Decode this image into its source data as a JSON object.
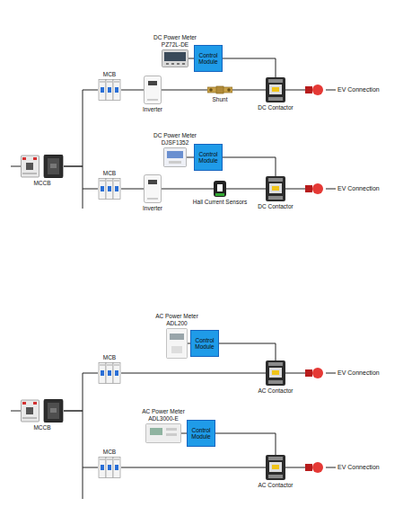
{
  "diagram": {
    "nodes": [
      {
        "text": [
          "DC Power Meter PZ72L-DE"
        ]
      },
      {
        "text": [
          "Control Module"
        ]
      },
      {
        "text": [
          "MCB"
        ]
      },
      {
        "text": [
          "Inverter"
        ]
      },
      {
        "text": [
          "Shunt"
        ]
      },
      {
        "text": [
          "DC Contactor"
        ]
      },
      {
        "text": [
          "EV Connection"
        ]
      },
      {
        "text": [
          "MCCB"
        ]
      },
      {
        "text": [
          "DC Power Meter DJSF1352"
        ]
      },
      {
        "text": [
          "Control Module"
        ]
      },
      {
        "text": [
          "MCB"
        ]
      },
      {
        "text": [
          "Inverter"
        ]
      },
      {
        "text": [
          "Hall Current Sensors"
        ]
      },
      {
        "text": [
          "DC Contactor"
        ]
      },
      {
        "text": [
          "EV Connection"
        ]
      },
      {
        "text": [
          "AC Power Meter ADL200"
        ]
      },
      {
        "text": [
          "Control Module"
        ]
      },
      {
        "text": [
          "MCB"
        ]
      },
      {
        "text": [
          "AC Contactor"
        ]
      },
      {
        "text": [
          "EV Connection"
        ]
      },
      {
        "text": [
          "MCCB"
        ]
      },
      {
        "text": [
          "AC Power Meter ADL3000-E"
        ]
      },
      {
        "text": [
          "Control Module"
        ]
      },
      {
        "text": [
          "MCB"
        ]
      },
      {
        "text": [
          "AC Contactor"
        ]
      },
      {
        "text": [
          "EV Connection"
        ]
      }
    ],
    "edges": [
      {
        "from": 7,
        "to": 2,
        "arrow": "none"
      },
      {
        "from": 7,
        "to": 10,
        "arrow": "none"
      },
      {
        "from": 2,
        "to": 3,
        "arrow": "none"
      },
      {
        "from": 3,
        "to": 4,
        "arrow": "none"
      },
      {
        "from": 4,
        "to": 5,
        "arrow": "none"
      },
      {
        "from": 5,
        "to": 6,
        "arrow": "none"
      },
      {
        "from": 0,
        "to": 1,
        "arrow": "none"
      },
      {
        "from": 1,
        "to": 5,
        "arrow": "none"
      },
      {
        "from": 10,
        "to": 11,
        "arrow": "none"
      },
      {
        "from": 11,
        "to": 12,
        "arrow": "none"
      },
      {
        "from": 12,
        "to": 13,
        "arrow": "none"
      },
      {
        "from": 13,
        "to": 14,
        "arrow": "none"
      },
      {
        "from": 8,
        "to": 9,
        "arrow": "none"
      },
      {
        "from": 9,
        "to": 13,
        "arrow": "none"
      },
      {
        "from": 20,
        "to": 17,
        "arrow": "none"
      },
      {
        "from": 20,
        "to": 23,
        "arrow": "none"
      },
      {
        "from": 17,
        "to": 18,
        "arrow": "none"
      },
      {
        "from": 18,
        "to": 19,
        "arrow": "none"
      },
      {
        "from": 15,
        "to": 16,
        "arrow": "none"
      },
      {
        "from": 16,
        "to": 18,
        "arrow": "none"
      },
      {
        "from": 23,
        "to": 24,
        "arrow": "none"
      },
      {
        "from": 24,
        "to": 25,
        "arrow": "none"
      },
      {
        "from": 21,
        "to": 22,
        "arrow": "none"
      },
      {
        "from": 22,
        "to": 24,
        "arrow": "none"
      }
    ]
  }
}
